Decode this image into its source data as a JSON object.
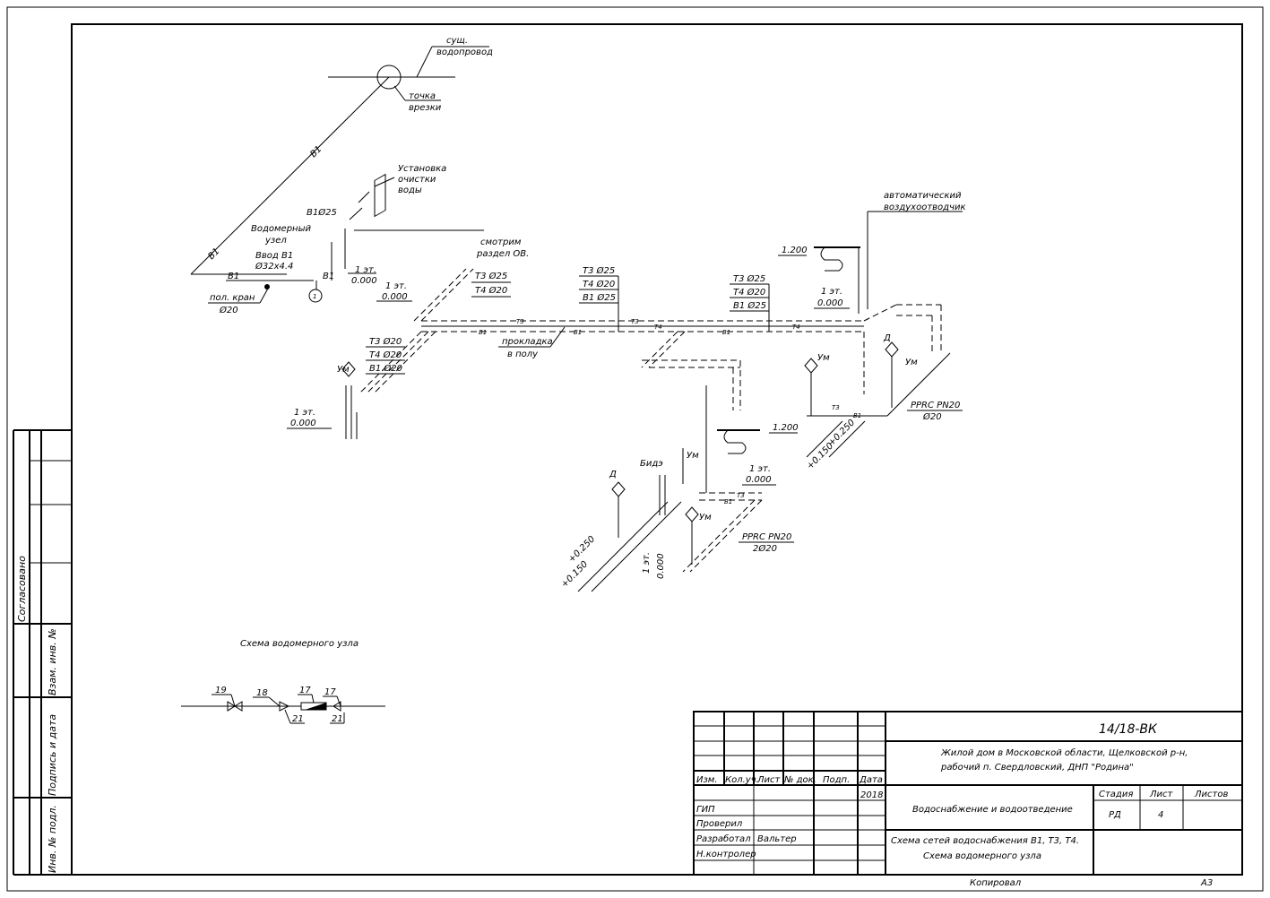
{
  "frame": {
    "format": "A3",
    "copied": "Копировал"
  },
  "side_stamp": {
    "agreed": "Согласовано",
    "inv_replace": "Взам. инв. №",
    "sign_date": "Подпись и дата",
    "inv_orig": "Инв. № подл."
  },
  "title_block": {
    "doc_code": "14/18-ВК",
    "object_line1": "Жилой дом в Московской области, Щелковской р-н,",
    "object_line2": "рабочий п. Свердловский, ДНП \"Родина\"",
    "section": "Водоснабжение и водоотведение",
    "sheet_title_line1": "Схема сетей водоснабжения  В1, Т3, Т4.",
    "sheet_title_line2": "Схема водомерного узла",
    "headers": [
      "Изм.",
      "Кол.уч.",
      "Лист",
      "№ док.",
      "Подп.",
      "Дата"
    ],
    "year": "2018",
    "roles": [
      "ГИП",
      "Проверил",
      "Разработал",
      "Н.контролер"
    ],
    "developer": "Вальтер",
    "stage_label": "Стадия",
    "sheet_label": "Лист",
    "sheets_label": "Листов",
    "stage": "РД",
    "sheet": "4",
    "sheets": ""
  },
  "labels": {
    "existing_line1": "сущ.",
    "existing_line2": "водопровод",
    "tap_line1": "точка",
    "tap_line2": "врезки",
    "b1": "В1",
    "treatment_line1": "Установка",
    "treatment_line2": "очистки",
    "treatment_line3": "воды",
    "b1_25": "В1Ø25",
    "meter_line1": "Водомерный",
    "meter_line2": "узел",
    "inlet": "Ввод В1",
    "inlet_d": "Ø32х4.4",
    "tap_valve": "пол. кран",
    "tap_d": "Ø20",
    "node_no": "1",
    "floor1": "1 эт.",
    "zero": "0.000",
    "see_line1": "смотрим",
    "see_line2": "раздел ОВ.",
    "t3_25": "Т3 Ø25",
    "t4_20": "Т4 Ø20",
    "t3_20": "Т3 Ø20",
    "b1_20": "В1 Ø20",
    "b1_25b": "В1 Ø25",
    "laying_line1": "прокладка",
    "laying_line2": "в полу",
    "air_vent_line1": "автоматический",
    "air_vent_line2": "воздухоотводчик",
    "h1200": "1.200",
    "um": "Ум",
    "d": "Д",
    "bidet": "Бидэ",
    "ppr": "PPRC PN20",
    "d20": "Ø20",
    "d2x20": "2Ø20",
    "p150": "+0.150",
    "p250": "+0.250",
    "t3": "Т3",
    "t4": "Т4",
    "meter_scheme": "Схема водомерного узла",
    "n17": "17",
    "n18": "18",
    "n19": "19",
    "n21": "21"
  }
}
